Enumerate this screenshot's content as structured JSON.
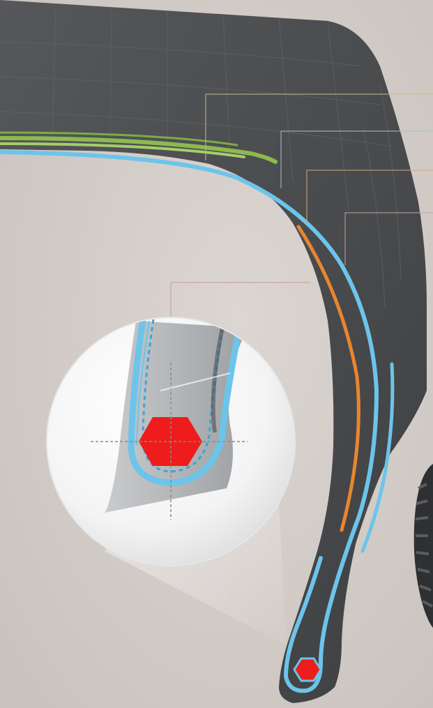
{
  "diagram": {
    "subject": "tire-cross-section",
    "components": [
      {
        "name": "tread",
        "color": "#4b4c4e"
      },
      {
        "name": "steel-belt",
        "color": "#8cba4f"
      },
      {
        "name": "carcass-ply",
        "color": "#6cc4ea"
      },
      {
        "name": "sidewall-reinforcement",
        "color": "#e8862e"
      },
      {
        "name": "bead-core",
        "color": "#ee1c1c"
      },
      {
        "name": "inner-liner",
        "color": "#6cc4ea"
      }
    ],
    "callout": {
      "shows": "bead-area-magnified"
    },
    "colors": {
      "background": "#d6d0cc",
      "rubber": "#4b4c4e",
      "rubber_dark": "#3a3b3d",
      "leader_line": "#b0a890",
      "leader_line_red": "#c79a9a"
    }
  }
}
